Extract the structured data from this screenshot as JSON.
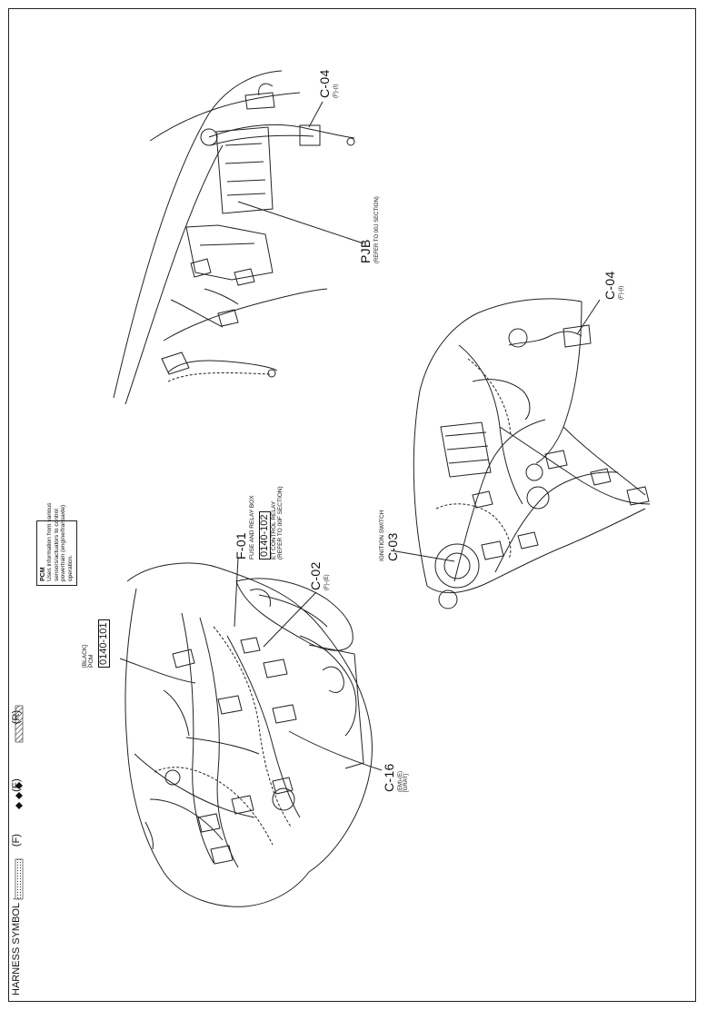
{
  "footer": {
    "prefix": "HARNESS SYMBOL :",
    "items": [
      {
        "pattern": "dotted",
        "code": "(F)"
      },
      {
        "pattern": "diamonds",
        "code": "(E)"
      },
      {
        "pattern": "hatched",
        "code": "(R)"
      }
    ]
  },
  "pcm_box": {
    "title": "PCM",
    "description_lines": [
      "Uses information from various",
      "sensors/actuators to control",
      "powertrain (engine/transaxle)",
      "operation."
    ]
  },
  "labels": {
    "pcm": {
      "color_note": "[BLACK]",
      "name": "PCM",
      "code": "0140-101"
    },
    "f01": {
      "id": "F-01",
      "name": "FUSE AND RELAY BOX",
      "code": "0140-102",
      "relay": "ET CONTROL RELAY",
      "ref": "(REFER TO 00F SECTION)"
    },
    "c02": {
      "id": "C-02",
      "harness": "(F)-(E)"
    },
    "c16": {
      "id": "C-16",
      "harness": "(EM)-(E)",
      "color_note": "[GRAY]"
    },
    "c04_top": {
      "id": "C-04",
      "harness": "(F)-(I)"
    },
    "pjb": {
      "id": "PJB",
      "ref": "(REFER TO 00J SECTION)"
    },
    "c03": {
      "caption": "IGNITION SWITCH",
      "id": "C-03"
    },
    "c04_bottom": {
      "id": "C-04",
      "harness": "(F)-(I)"
    }
  }
}
